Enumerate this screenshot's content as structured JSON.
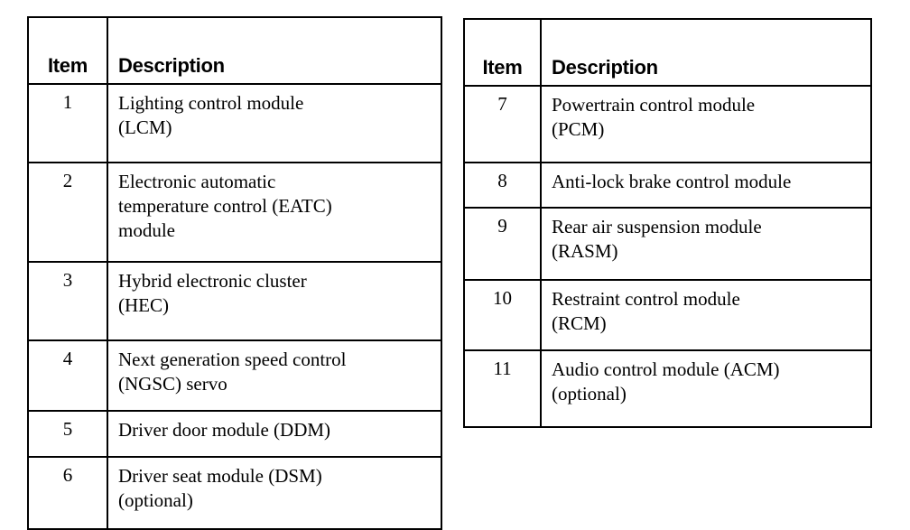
{
  "document": {
    "kind": "parts-legend-tables",
    "background_color": "#ffffff",
    "text_color": "#000000"
  },
  "tables": [
    {
      "id": "left",
      "name": "module-legend-table-left",
      "columns": [
        "Item",
        "Description"
      ],
      "rows": [
        {
          "item": "1",
          "lines": [
            "Lighting control module",
            "(LCM)"
          ]
        },
        {
          "item": "2",
          "lines": [
            "Electronic automatic",
            "temperature control (EATC)",
            "module"
          ]
        },
        {
          "item": "3",
          "lines": [
            "Hybrid electronic cluster",
            "(HEC)"
          ]
        },
        {
          "item": "4",
          "lines": [
            "Next generation speed control",
            "(NGSC) servo"
          ]
        },
        {
          "item": "5",
          "lines": [
            "Driver door module (DDM)"
          ]
        },
        {
          "item": "6",
          "lines": [
            "Driver seat module (DSM)",
            "(optional)"
          ]
        }
      ]
    },
    {
      "id": "right",
      "name": "module-legend-table-right",
      "columns": [
        "Item",
        "Description"
      ],
      "rows": [
        {
          "item": "7",
          "lines": [
            "Powertrain control module",
            "(PCM)"
          ]
        },
        {
          "item": "8",
          "lines": [
            "Anti-lock brake control module"
          ]
        },
        {
          "item": "9",
          "lines": [
            "Rear air suspension module",
            "(RASM)"
          ]
        },
        {
          "item": "10",
          "lines": [
            "Restraint control module",
            "(RCM)"
          ]
        },
        {
          "item": "11",
          "lines": [
            "Audio control module (ACM)",
            "(optional)"
          ]
        }
      ]
    }
  ]
}
